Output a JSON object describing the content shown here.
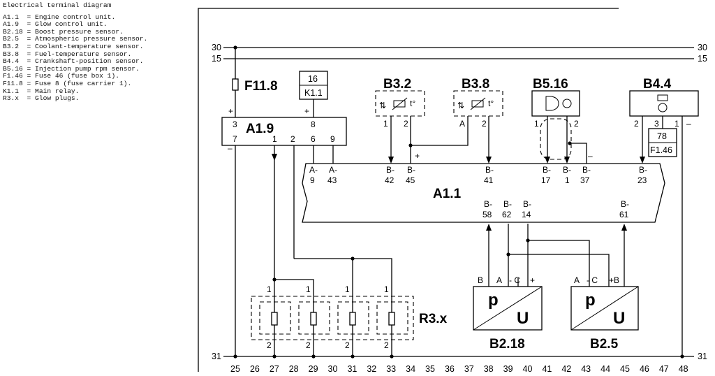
{
  "legend": {
    "title": "Electrical terminal diagram",
    "items": [
      "A1.1  = Engine control unit.",
      "A1.9  = Glow control unit.",
      "B2.18 = Boost pressure sensor.",
      "B2.5  = Atmospheric pressure sensor.",
      "B3.2  = Coolant-temperature sensor.",
      "B3.8  = Fuel-temperature sensor.",
      "B4.4  = Crankshaft-position sensor.",
      "B5.16 = Injection pump rpm sensor.",
      "F1.46 = Fuse 46 (fuse box 1).",
      "F11.8 = Fuse 8 (fuse carrier 1).",
      "K1.1  = Main relay.",
      "R3.x  = Glow plugs."
    ]
  },
  "rails": {
    "r30": "30",
    "r15": "15",
    "r31": "31"
  },
  "components": {
    "f118": "F11.8",
    "a19": "A1.9",
    "k11_top": "16",
    "k11_bot": "K1.1",
    "b32": "B3.2",
    "b38": "B3.8",
    "b516": "B5.16",
    "b44": "B4.4",
    "f146_top": "78",
    "f146_bot": "F1.46",
    "a11": "A1.1",
    "r3x": "R3.x",
    "b218": "B2.18",
    "b25": "B2.5"
  },
  "pins": {
    "a19": [
      "3",
      "8",
      "7",
      "1",
      "2",
      "6",
      "9"
    ],
    "b32": [
      "1",
      "2",
      "t°"
    ],
    "b38": [
      "A",
      "2",
      "t°"
    ],
    "b516": [
      "1",
      "2"
    ],
    "b44": [
      "2",
      "3",
      "1"
    ],
    "glow": [
      "1",
      "1",
      "1",
      "1",
      "2",
      "2",
      "2",
      "2"
    ],
    "b218": [
      "B",
      "A",
      "- C",
      "+"
    ],
    "b25": [
      "A",
      "- C",
      "+B"
    ],
    "pu": [
      "p",
      "U",
      "p",
      "U"
    ],
    "signs": [
      "+",
      "+",
      "–",
      "+",
      "–",
      "–"
    ]
  },
  "bus_top": [
    [
      "A-",
      "9"
    ],
    [
      "A-",
      "43"
    ],
    [
      "B-",
      "42"
    ],
    [
      "B-",
      "45"
    ],
    [
      "B-",
      "41"
    ],
    [
      "B-",
      "17"
    ],
    [
      "B-",
      "1"
    ],
    [
      "B-",
      "37"
    ],
    [
      "B-",
      "23"
    ]
  ],
  "bus_bottom": [
    [
      "B-",
      "58"
    ],
    [
      "B-",
      "62"
    ],
    [
      "B-",
      "14"
    ],
    [
      "B-",
      "61"
    ]
  ],
  "terminal_numbers": [
    "25",
    "26",
    "27",
    "28",
    "29",
    "30",
    "31",
    "32",
    "33",
    "34",
    "35",
    "36",
    "37",
    "38",
    "39",
    "40",
    "41",
    "42",
    "43",
    "44",
    "45",
    "46",
    "47",
    "48"
  ]
}
